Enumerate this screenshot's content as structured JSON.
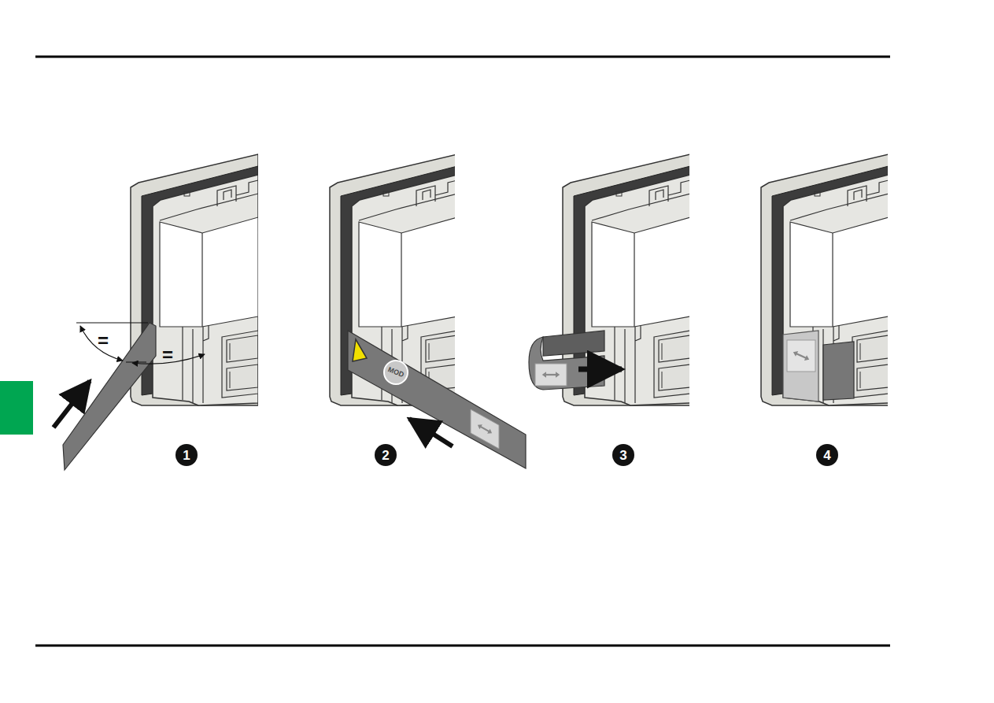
{
  "diagram": {
    "labels": [
      "=",
      "=",
      "MOD",
      "1",
      "2",
      "3",
      "4"
    ]
  }
}
